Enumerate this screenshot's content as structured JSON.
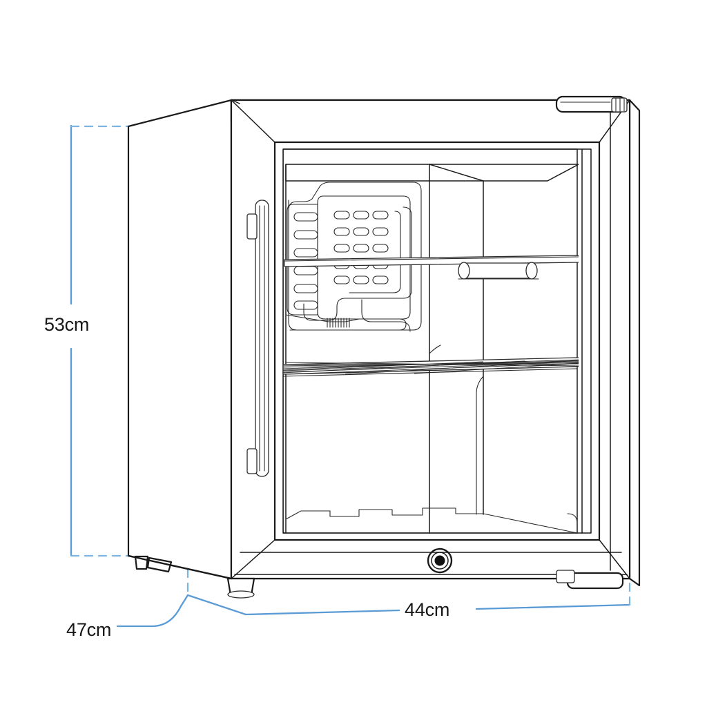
{
  "drawing": {
    "title": "Mini fridge dimension line drawing",
    "subject": "compact glass-door beverage refrigerator",
    "view": "three-quarter perspective, door open / glass front",
    "line_color": "#1a1a1a",
    "dimension_color": "#5b9bd5",
    "background_color": "#ffffff"
  },
  "dimensions": {
    "height": {
      "label": "53cm",
      "value": 53,
      "unit": "cm",
      "axis": "vertical",
      "position": "left"
    },
    "width": {
      "label": "44cm",
      "value": 44,
      "unit": "cm",
      "axis": "horizontal",
      "position": "bottom"
    },
    "depth": {
      "label": "47cm",
      "value": 47,
      "unit": "cm",
      "axis": "depth",
      "position": "bottom-left"
    }
  },
  "parts": {
    "cabinet": "cabinet-body",
    "door": "glass-door",
    "handle": "vertical-bar-handle",
    "lock": "door-lock-keyhole",
    "hinge_top": "top-hinge-bracket",
    "hinge_bottom": "bottom-hinge-bracket",
    "shelf_upper": "upper-glass-shelf",
    "shelf_lower": "lower-wire-shelf",
    "evaporator": "evaporator-cooling-plate",
    "vents": "vent-slots",
    "capillary": "capillary-tube-coil",
    "feet": "leveling-feet",
    "floor": "interior-floor-ribs"
  }
}
